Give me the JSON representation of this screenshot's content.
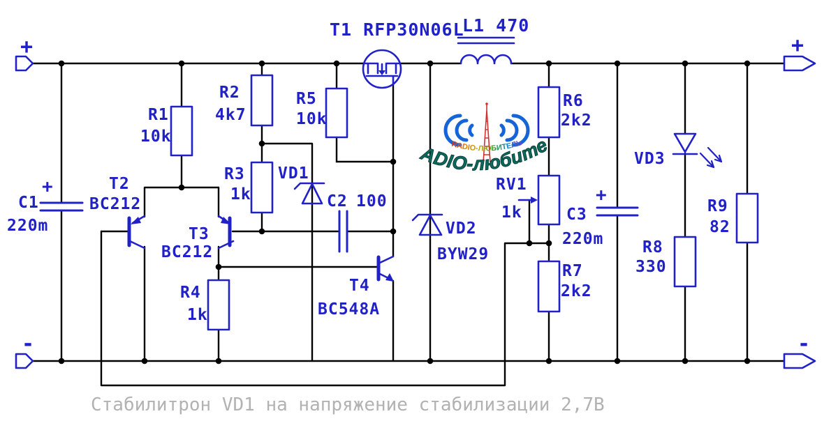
{
  "caption": "Стабилитрон VD1 на напряжение стабилизации 2,7В",
  "terminals": {
    "input_plus": "+",
    "input_minus": "-",
    "output_plus": "+",
    "output_minus": "-"
  },
  "logo": {
    "small_text": "RADIO-ЛЮБИТЕЛЬ",
    "main_text": "RADIO-любитель"
  },
  "components": {
    "t1": {
      "label": "T1 RFP30N06L"
    },
    "l1": {
      "label": "L1 470"
    },
    "r1": {
      "ref": "R1",
      "value": "10k"
    },
    "r2": {
      "ref": "R2",
      "value": "4k7"
    },
    "r3": {
      "ref": "R3",
      "value": "1k"
    },
    "r4": {
      "ref": "R4",
      "value": "1k"
    },
    "r5": {
      "ref": "R5",
      "value": "10k"
    },
    "r6": {
      "ref": "R6",
      "value": "2k2"
    },
    "r7": {
      "ref": "R7",
      "value": "2k2"
    },
    "r8": {
      "ref": "R8",
      "value": "330"
    },
    "r9": {
      "ref": "R9",
      "value": "82"
    },
    "rv1": {
      "ref": "RV1",
      "value": "1k"
    },
    "c1": {
      "ref": "C1",
      "value": "220m",
      "polarity": "+"
    },
    "c2": {
      "ref": "C2",
      "value": "100"
    },
    "c3": {
      "ref": "C3",
      "value": "220m",
      "polarity": "+"
    },
    "t2": {
      "ref": "T2",
      "value": "BC212"
    },
    "t3": {
      "ref": "T3",
      "value": "BC212"
    },
    "t4": {
      "ref": "T4",
      "value": "BC548A"
    },
    "vd1": {
      "ref": "VD1"
    },
    "vd2": {
      "ref": "VD2",
      "value": "BYW29"
    },
    "vd3": {
      "ref": "VD3"
    }
  }
}
